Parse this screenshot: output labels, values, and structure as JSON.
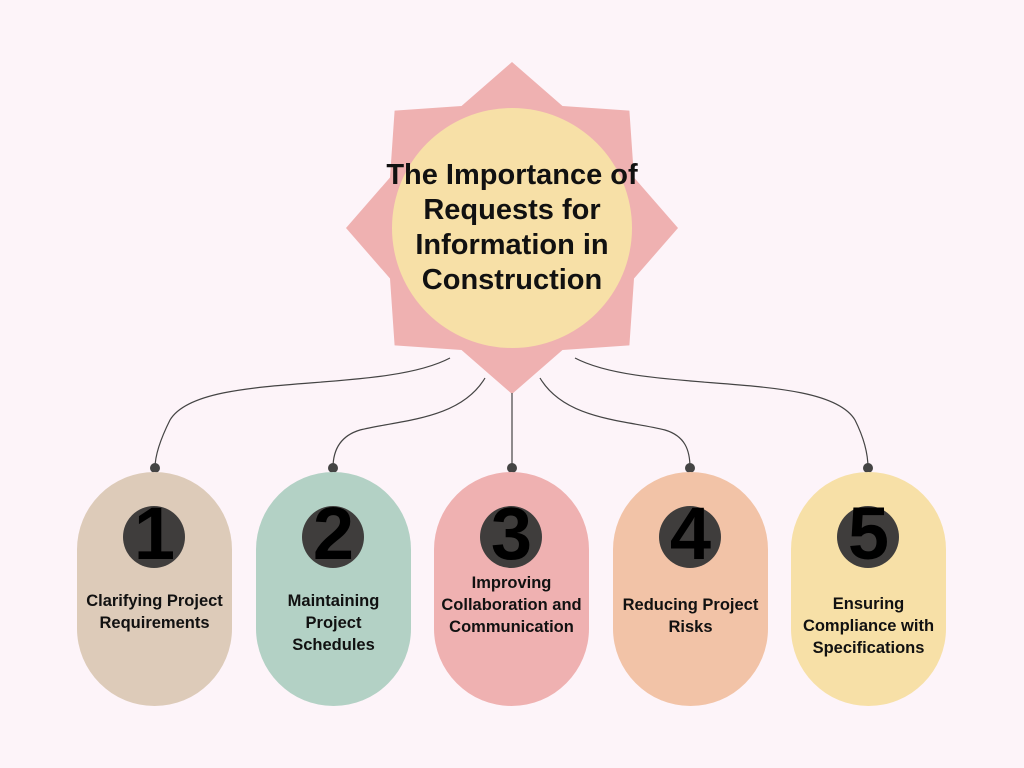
{
  "title": "The Importance of Requests for Information in Construction",
  "colors": {
    "background": "#fdf4f9",
    "star": "#efb1b1",
    "center": "#f7e0a7",
    "connector": "#444444"
  },
  "items": [
    {
      "number": "1",
      "label": "Clarifying Project Requirements",
      "color": "#ddcbb9"
    },
    {
      "number": "2",
      "label": "Maintaining Project Schedules",
      "color": "#b3d1c5"
    },
    {
      "number": "3",
      "label": "Improving Collaboration and Communication",
      "color": "#efb1b1"
    },
    {
      "number": "4",
      "label": "Reducing Project Risks",
      "color": "#f2c3a7"
    },
    {
      "number": "5",
      "label": "Ensuring Compliance with Specifications",
      "color": "#f7e0a7"
    }
  ]
}
